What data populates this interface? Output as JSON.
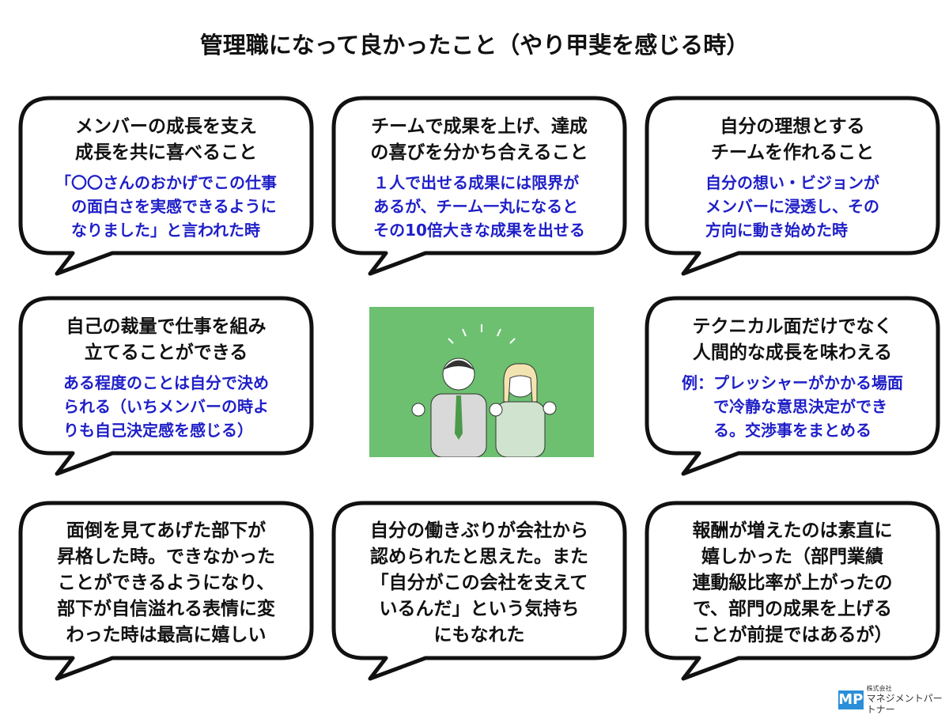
{
  "title": "管理職になって良かったこと（やり甲斐を感じる時）",
  "bubbles": [
    {
      "title": [
        "メンバーの成長を支え",
        "成長を共に喜べること"
      ],
      "body": [
        "「〇〇さんのおかげでこの仕事",
        "　の面白さを実感できるように",
        "　なりました」と言われた時"
      ]
    },
    {
      "title": [
        "チームで成果を上げ、達成",
        "の喜びを分かち合えること"
      ],
      "body": [
        "１人で出せる成果には限界が",
        "あるが、チーム一丸になると",
        "その10倍大きな成果を出せる"
      ]
    },
    {
      "title": [
        "自分の理想とする",
        "チームを作れること"
      ],
      "body": [
        "自分の想い・ビジョンが",
        "メンバーに浸透し、その",
        "方向に動き始めた時"
      ]
    },
    {
      "title": [
        "自己の裁量で仕事を組み",
        "立てることができる"
      ],
      "body": [
        "ある程度のことは自分で決め",
        "られる（いちメンバーの時よ",
        "りも自己決定感を感じる）"
      ]
    },
    {
      "title": [
        "テクニカル面だけでなく",
        "人間的な成長を味わえる"
      ],
      "body": [
        "例：プレッシャーがかかる場面",
        "　　で冷静な意思決定ができ",
        "　　る。交渉事をまとめる"
      ]
    },
    {
      "title": [
        "面倒を見てあげた部下が",
        "昇格した時。できなかった",
        "ことができるようになり、",
        "部下が自信溢れる表情に変",
        "わった時は最高に嬉しい"
      ],
      "body": []
    },
    {
      "title": [
        "自分の働きぶりが会社から",
        "認められたと思えた。また",
        "「自分がこの会社を支えて",
        "いるんだ」という気持ち",
        "にもなれた"
      ],
      "body": []
    },
    {
      "title": [
        "報酬が増えたのは素直に",
        "嬉しかった（部門業績",
        "連動級比率が上がったの",
        "で、部門の成果を上げる",
        "ことが前提ではあるが）"
      ],
      "body": []
    }
  ],
  "logo": {
    "mark": "MP",
    "company_type": "株式会社",
    "company_name": "マネジメントパートナー"
  },
  "colors": {
    "accent_blue": "#1f1fc8",
    "illustration_bg": "#6cc070"
  }
}
